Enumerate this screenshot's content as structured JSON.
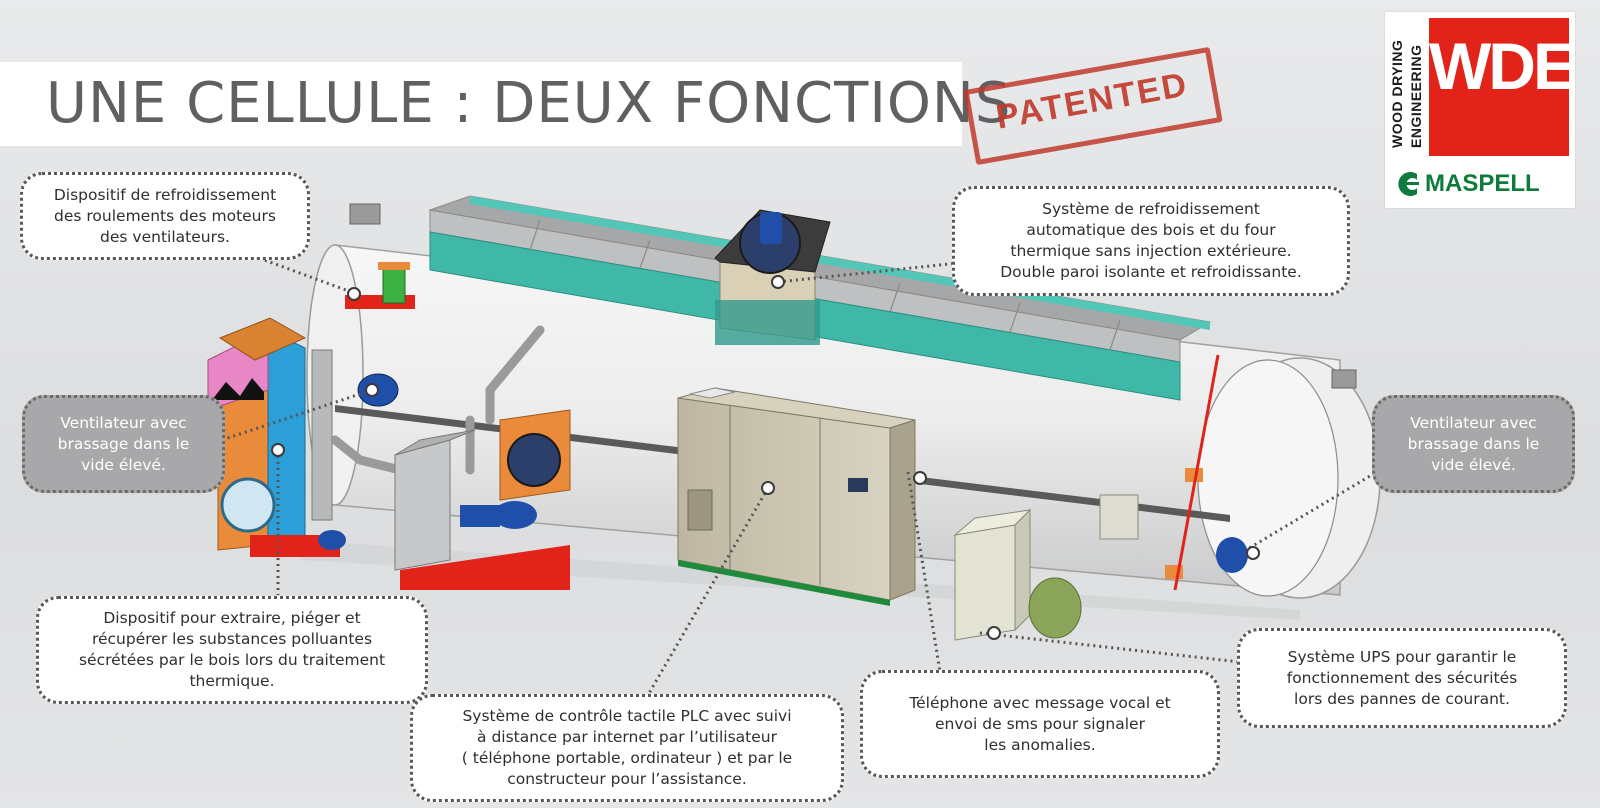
{
  "title": "UNE CELLULE : DEUX FONCTIONS",
  "stamp": "PATENTED",
  "logo": {
    "vertical_line1": "WOOD DRYING",
    "vertical_line2": "ENGINEERING",
    "brand": "WDE",
    "brand2": "MASPELL",
    "brand_color": "#e2231a",
    "brand2_color": "#0e7a3c"
  },
  "callouts": {
    "bearing_cooling": "Dispositif de refroidissement\ndes roulements des moteurs\ndes ventilateurs.",
    "auto_cooling": "Système de refroidissement\nautomatique des bois et du four\nthermique sans injection extérieure.\nDouble paroi isolante et refroidissante.",
    "fan_left": "Ventilateur avec\nbrassage dans le\nvide élevé.",
    "fan_right": "Ventilateur avec\nbrassage dans le\nvide élevé.",
    "pollutant": "Dispositif pour extraire, piéger et\nrécupérer les substances polluantes\nsécrétées par le bois lors du traitement\nthermique.",
    "plc": "Système de contrôle tactile PLC avec suivi\nà distance par internet par l’utilisateur\n( téléphone portable, ordinateur ) et par le\nconstructeur pour l’assistance.",
    "phone": "Téléphone avec message vocal et\nenvoi de sms pour signaler\nles anomalies.",
    "ups": "Système UPS pour garantir le\nfonctionnement des sécurités\nlors des pannes de courant."
  },
  "colors": {
    "vessel": "#f2f2f2",
    "top_panel": "#a7a8a9",
    "teal_band": "#3fb8a8",
    "cabinet": "#cdc7b2",
    "frame_red": "#e2231a",
    "orange_unit": "#e98b3a",
    "blue_unit": "#2c9fd8",
    "pink_unit": "#e987c6",
    "motor_blue": "#1f4fa8"
  }
}
